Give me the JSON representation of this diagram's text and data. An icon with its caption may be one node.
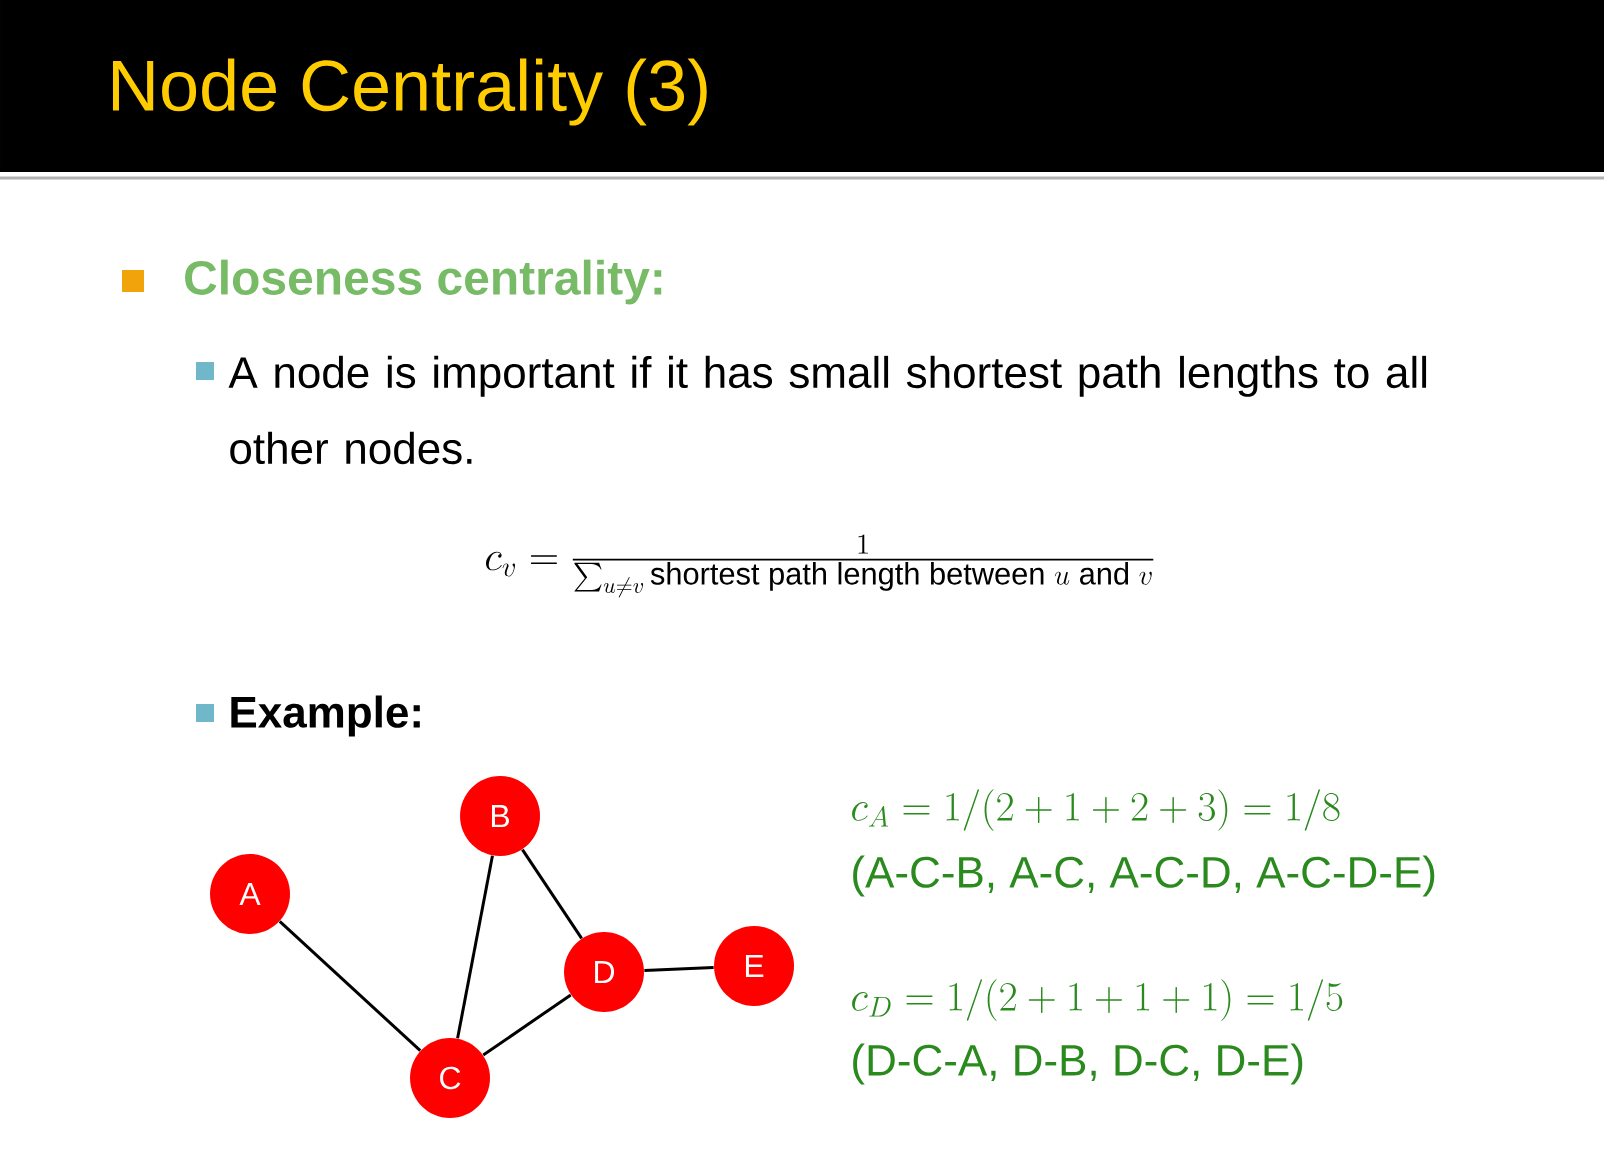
{
  "diagram": {
    "title": "Node Centrality (3)",
    "nodes": [
      {
        "text": [
          "A"
        ]
      },
      {
        "text": [
          "B"
        ]
      },
      {
        "text": [
          "C"
        ]
      },
      {
        "text": [
          "D"
        ]
      },
      {
        "text": [
          "E"
        ]
      }
    ],
    "edges": [
      {
        "from": 0,
        "to": 2,
        "arrow": "none"
      },
      {
        "from": 1,
        "to": 2,
        "arrow": "none"
      },
      {
        "from": 1,
        "to": 3,
        "arrow": "none"
      },
      {
        "from": 2,
        "to": 3,
        "arrow": "none"
      },
      {
        "from": 3,
        "to": 4,
        "arrow": "none"
      }
    ],
    "labels": [
      "Closeness centrality:",
      "A node is important if it has small shortest path lengths to all other nodes.",
      "c_v = \\frac{1}{\\sum_{u\\neq v} \\text{shortest path length between } u \\text{ and } v}",
      "Example:",
      "c_A = 1/(2+1+2+3) = 1/8",
      "(A-C-B, A-C, A-C-D, A-C-D-E)",
      "c_D = 1/(2+1+1+1) = 1/5",
      "(D-C-A, D-B, D-C, D-E)"
    ]
  }
}
